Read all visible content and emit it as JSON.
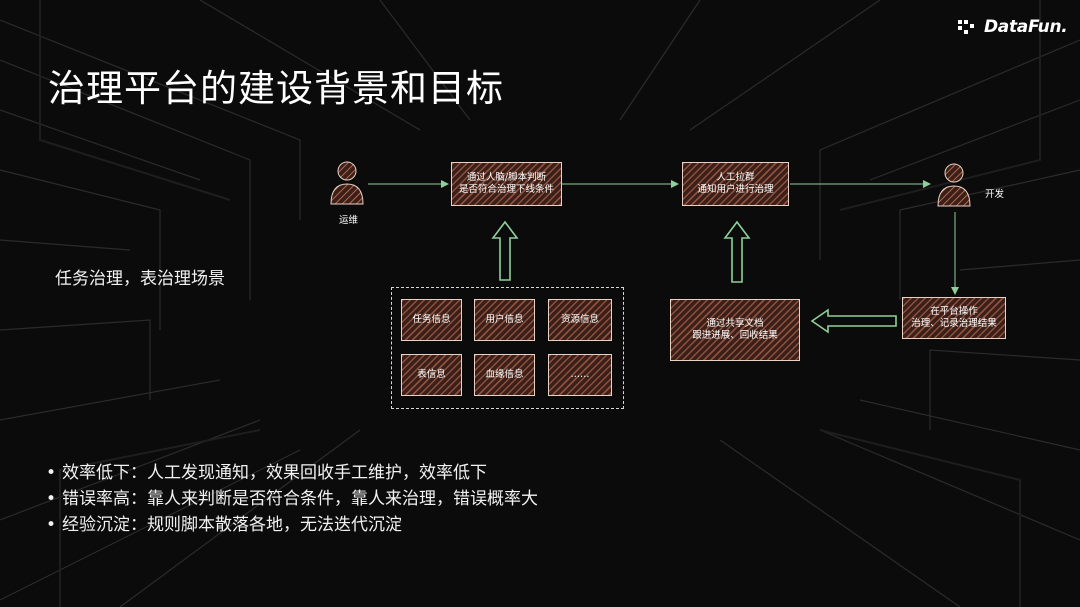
{
  "logo": {
    "text": "DataFun."
  },
  "title": "治理平台的建设背景和目标",
  "subtitle": "任务治理，表治理场景",
  "diagram": {
    "actor_left": "运维",
    "actor_right": "开发",
    "step_judge": {
      "line1": "通过人脑/脚本判断",
      "line2": "是否符合治理下线条件"
    },
    "step_notify": {
      "line1": "人工拉群",
      "line2": "通知用户进行治理"
    },
    "step_platform": {
      "line1": "在平台操作",
      "line2": "治理、记录治理结果"
    },
    "step_shared_doc": {
      "line1": "通过共享文档",
      "line2": "跟进进展、回收结果"
    },
    "info_items": [
      "任务信息",
      "用户信息",
      "资源信息",
      "表信息",
      "血缘信息",
      "……"
    ]
  },
  "bullets": [
    "效率低下：人工发现通知，效果回收手工维护，效率低下",
    "错误率高：靠人来判断是否符合条件，靠人来治理，错误概率大",
    "经验沉淀：规则脚本散落各地，无法迭代沉淀"
  ],
  "colors": {
    "background": "#0b0b0b",
    "box_fill": "#3a2018",
    "box_hatch": "#d2785f",
    "arrow": "#8fcf9a",
    "text": "#ffffff"
  },
  "icons": [
    "datafun-logo-icon",
    "person-icon",
    "hollow-up-arrow-icon",
    "hollow-left-arrow-icon"
  ]
}
